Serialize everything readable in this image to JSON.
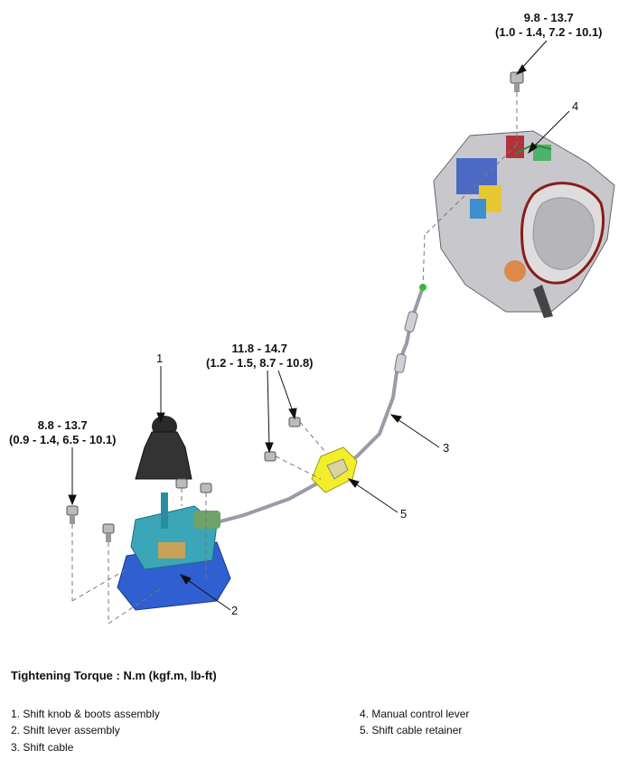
{
  "torques": {
    "top_right": {
      "nm": "9.8 - 13.7",
      "alt": "(1.0 - 1.4, 7.2 - 10.1)"
    },
    "middle": {
      "nm": "11.8 - 14.7",
      "alt": "(1.2 - 1.5, 8.7 - 10.8)"
    },
    "left": {
      "nm": "8.8 - 13.7",
      "alt": "(0.9 - 1.4, 6.5 - 10.1)"
    }
  },
  "callout_numbers": [
    "1",
    "2",
    "3",
    "4",
    "5"
  ],
  "heading": "Tightening Torque : N.m (kgf.m, lb-ft)",
  "legend": [
    "1. Shift knob & boots assembly",
    "2. Shift lever assembly",
    "3. Shift cable",
    "4. Manual control lever",
    "5. Shift cable retainer"
  ],
  "colors": {
    "transaxle_body": "#c8c8cc",
    "transaxle_flange": "#8a1c1c",
    "lever_base": "#2f5fd0",
    "lever_housing": "#3aa6b8",
    "knob": "#333333",
    "cable": "#9a9aa8",
    "retainer": "#f2ef2a",
    "cable_end_green": "#2fbf3a"
  }
}
